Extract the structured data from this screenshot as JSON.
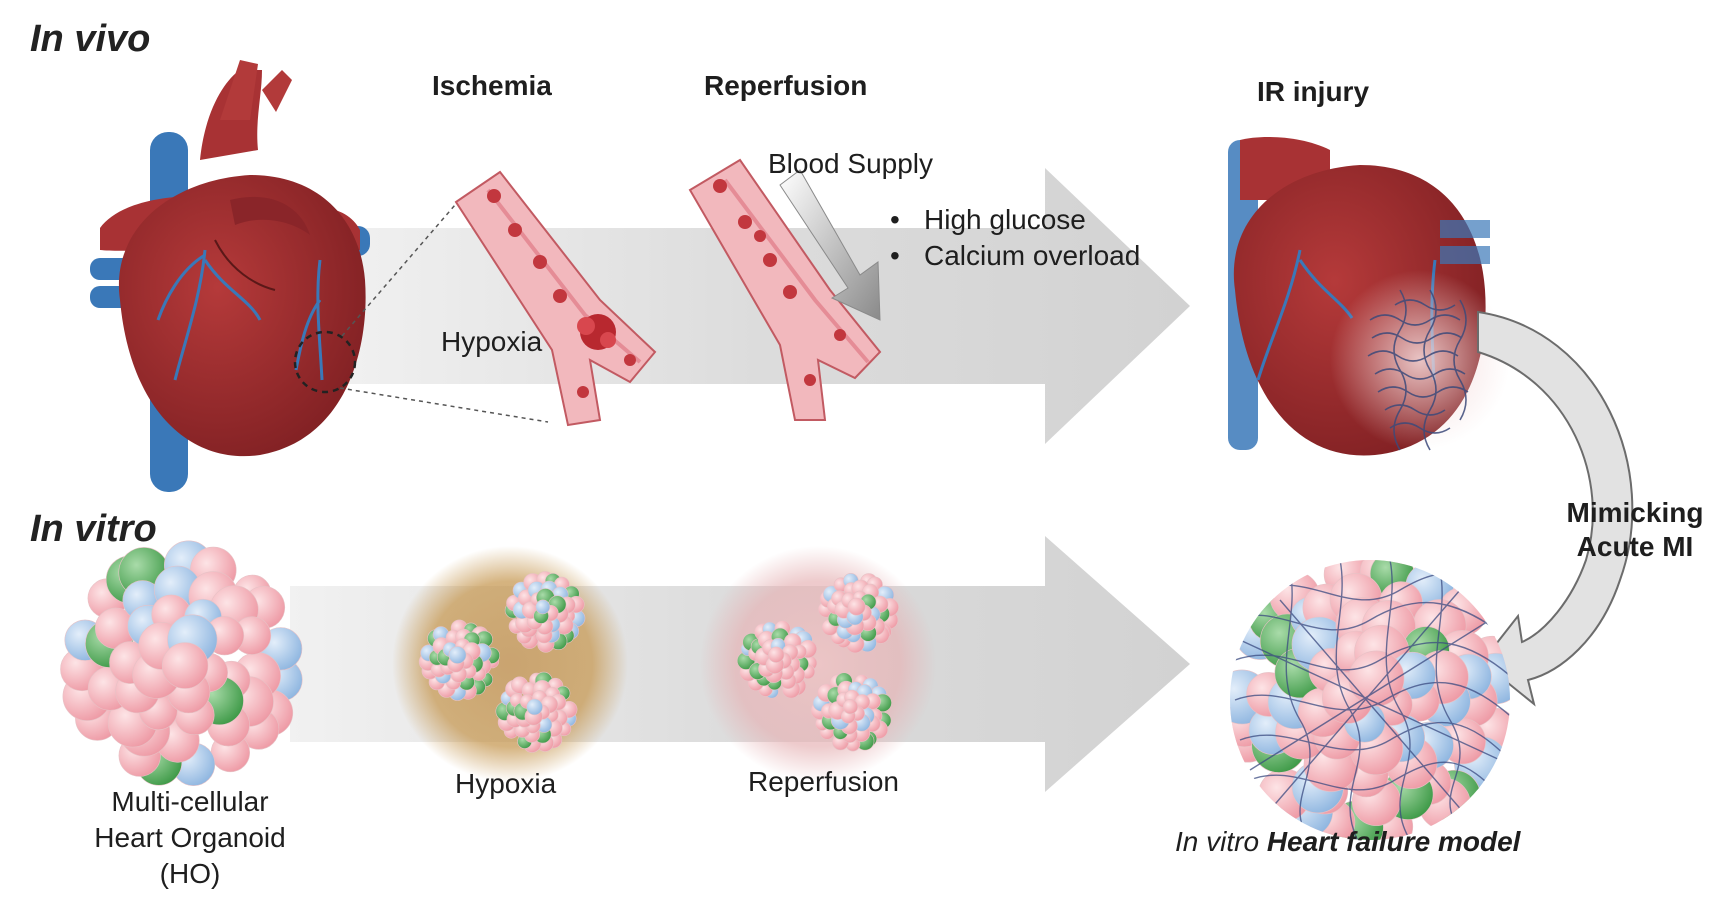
{
  "in_vivo": {
    "section_label": "In vivo",
    "ischemia_label": "Ischemia",
    "reperfusion_label": "Reperfusion",
    "ir_injury_label": "IR injury",
    "hypoxia_label": "Hypoxia",
    "blood_supply_label": "Blood Supply",
    "bullets": [
      "High glucose",
      "Calcium overload"
    ]
  },
  "transition": {
    "label_line1": "Mimicking",
    "label_line2": "Acute MI"
  },
  "in_vitro": {
    "section_label": "In vitro",
    "organoid_label_lines": [
      "Multi-cellular",
      "Heart Organoid",
      "(HO)"
    ],
    "hypoxia_label": "Hypoxia",
    "reperfusion_label": "Reperfusion",
    "model_label_italic": "In vitro",
    "model_label_bold": "Heart failure model"
  },
  "colors": {
    "heart_red": "#9e2b2b",
    "vessel_blue": "#3a78b8",
    "vessel_pink": "#f2b8bd",
    "arrow_grey": "#d9d9d9",
    "hypoxia_glow": "#c79a55",
    "reperfusion_glow": "#e6b4b6",
    "cell_pink": "#f4aeb6",
    "cell_blue": "#a8c8ea",
    "cell_green": "#5fb565"
  }
}
